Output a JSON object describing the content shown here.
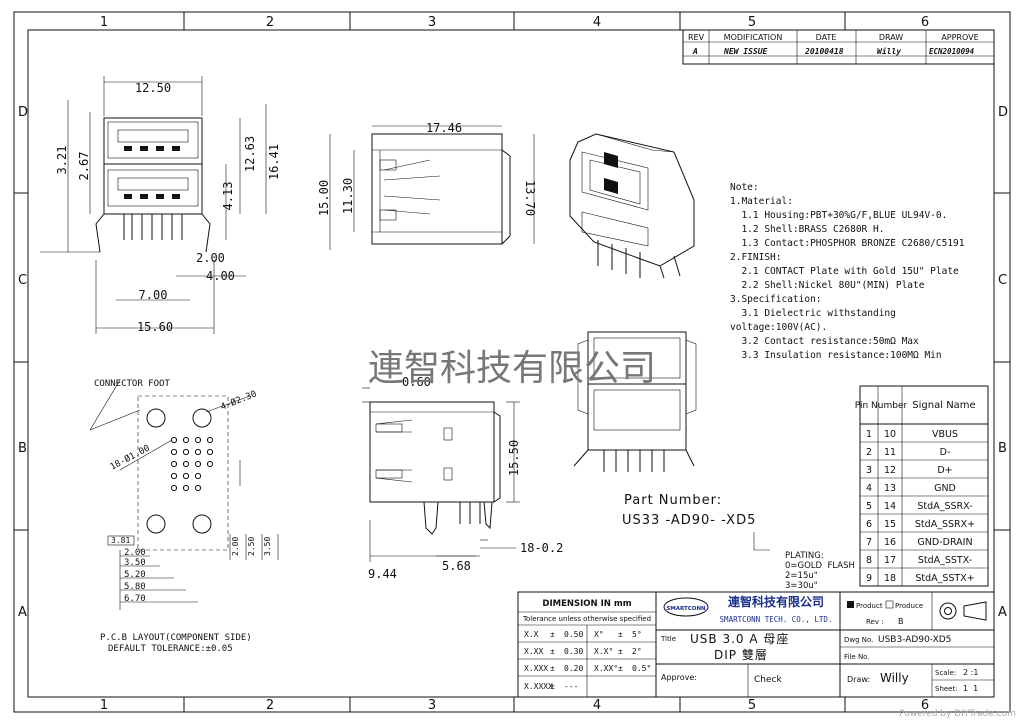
{
  "border": {
    "cols": [
      "1",
      "2",
      "3",
      "4",
      "5",
      "6"
    ],
    "rows": [
      "D",
      "C",
      "B",
      "A"
    ]
  },
  "revision": {
    "headers": [
      "REV",
      "MODIFICATION",
      "DATE",
      "DRAW",
      "APPROVE"
    ],
    "row": [
      "A",
      "NEW ISSUE",
      "20100418",
      "Willy",
      "ECN2010094"
    ]
  },
  "views": {
    "front": {
      "dims": [
        "12.50",
        "3.21",
        "2.67",
        "12.63",
        "16.41",
        "4.13",
        "2.00",
        "4.00",
        "7.00",
        "15.60"
      ]
    },
    "side": {
      "dims": [
        "17.46",
        "15.00",
        "11.30",
        "13.70"
      ]
    },
    "side2": {
      "dims": [
        "0.60",
        "15.50",
        "9.44",
        "5.68",
        "18-0.2"
      ]
    },
    "pcb": {
      "label_top": "CONNECTOR FOOT",
      "label_hole": "4-Ø2.30",
      "label_hole2": "18-Ø1.00",
      "dims_bottom": [
        "2.00",
        "3.50",
        "5.20",
        "5.80",
        "6.70"
      ],
      "dims_right": [
        "2.00",
        "2.50",
        "3.50"
      ],
      "dim_left": "3.81",
      "caption1": "P.C.B   LAYOUT(COMPONENT SIDE)",
      "caption2": "DEFAULT TOLERANCE:±0.05"
    }
  },
  "watermark": "連智科技有限公司",
  "notes": {
    "lines": [
      "Note:",
      "1.Material:",
      "  1.1 Housing:PBT+30%G/F,BLUE UL94V-0.",
      "  1.2 Shell:BRASS C2680R H.",
      "  1.3 Contact:PHOSPHOR BRONZE C2680/C5191",
      "2.FINISH:",
      "  2.1 CONTACT Plate with Gold 15U\" Plate",
      "  2.2 Shell:Nickel 80U\"(MIN) Plate",
      "3.Specification:",
      "  3.1 Dielectric withstanding",
      "voltage:100V(AC).",
      "  3.2 Contact resistance:50mΩ Max",
      "  3.3 Insulation resistance:100MΩ Min"
    ]
  },
  "pin_table": {
    "headers": [
      "Pin Number",
      "Signal Name"
    ],
    "rows": [
      [
        "1",
        "10",
        "VBUS"
      ],
      [
        "2",
        "11",
        "D-"
      ],
      [
        "3",
        "12",
        "D+"
      ],
      [
        "4",
        "13",
        "GND"
      ],
      [
        "5",
        "14",
        "StdA_SSRX-"
      ],
      [
        "6",
        "15",
        "StdA_SSRX+"
      ],
      [
        "7",
        "16",
        "GND-DRAIN"
      ],
      [
        "8",
        "17",
        "StdA_SSTX-"
      ],
      [
        "9",
        "18",
        "StdA_SSTX+"
      ]
    ]
  },
  "part_number": {
    "label": "Part Number:",
    "value": "US33 -AD90- -XD5",
    "plating_title": "PLATING:",
    "plating_lines": [
      "0=GOLD  FLASH",
      "2=15u\"",
      "3=30u\""
    ]
  },
  "title_block": {
    "dimension_header": "DIMENSION IN mm",
    "tolerance_note": "Tolerance unless otherwise specified",
    "tolerances": [
      [
        "X.X",
        "±",
        "0.50",
        "X°",
        "±",
        "5°"
      ],
      [
        "X.XX",
        "±",
        "0.30",
        "X.X°",
        "±",
        "2°"
      ],
      [
        "X.XXX",
        "±",
        "0.20",
        "X.XX°",
        "±",
        "0.5°"
      ],
      [
        "X.XXXX",
        "±",
        "---",
        "",
        "",
        ""
      ]
    ],
    "company_cn": "連智科技有限公司",
    "company_en": "SMARTCONN TECH. CO., LTD.",
    "logo_text": "SMARTCONN",
    "product_label": "Product",
    "produce_label": "Produce",
    "rev_label": "Rev :",
    "rev_value": "B",
    "title_label": "Title",
    "title_value1": "USB 3.0 A 母座",
    "title_value2": "DIP 雙層",
    "dwg_label": "Dwg No.",
    "dwg_value": "USB3-AD90-XD5",
    "file_label": "File No.",
    "approve_label": "Approve:",
    "check_label": "Check",
    "draw_label": "Draw:",
    "draw_value": "Willy",
    "scale_label": "Scale:",
    "scale_value": "2 :1",
    "sheet_label": "Sheet:",
    "sheet_value": "1  1"
  },
  "footer": "Powered by DIYTrade.com"
}
